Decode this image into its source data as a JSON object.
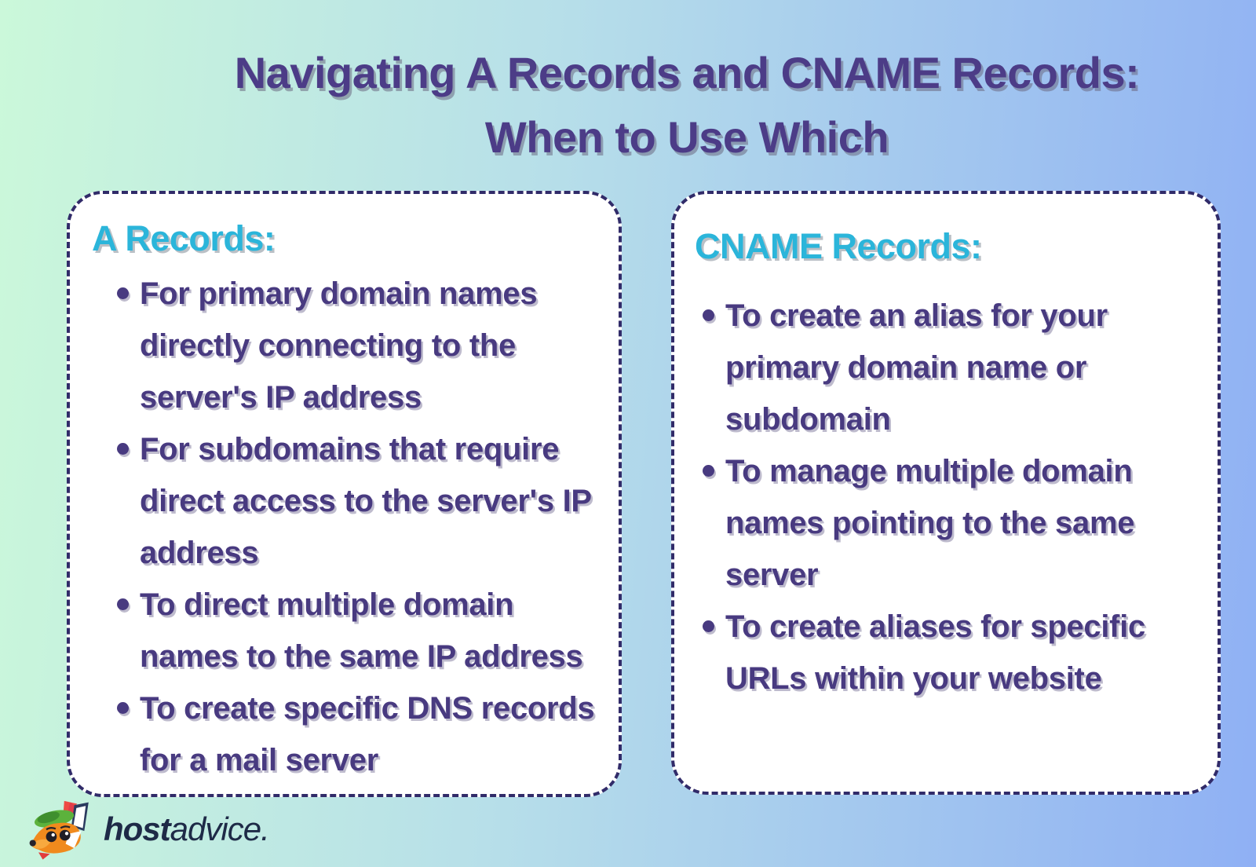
{
  "title": {
    "line1": "Navigating A Records and CNAME Records:",
    "line2": "When to Use Which"
  },
  "a_records": {
    "heading": "A Records:",
    "bullets": [
      {
        "lines": [
          "For primary domain names",
          "directly connecting to the",
          "server's IP address"
        ]
      },
      {
        "lines": [
          "For subdomains that require",
          "direct access to the server's IP",
          "address"
        ]
      },
      {
        "lines": [
          "To direct multiple domain",
          "names to the same IP address"
        ]
      },
      {
        "lines": [
          "To create specific DNS records",
          "for a mail server"
        ]
      }
    ]
  },
  "cname_records": {
    "heading": "CNAME Records:",
    "bullets": [
      {
        "lines": [
          "To create an alias for your",
          "primary domain name or",
          "subdomain"
        ]
      },
      {
        "lines": [
          "To manage multiple domain",
          "names pointing to the same",
          "server"
        ]
      },
      {
        "lines": [
          "To create aliases for specific",
          "URLs within your website"
        ]
      }
    ]
  },
  "footer": {
    "logo_bold": "host",
    "logo_regular": "advice.",
    "logo_icon": "fox-mascot-icon"
  },
  "colors": {
    "background_left": "#cbf8da",
    "background_mid": "#b7dfe9",
    "background_right": "#8fb0f4",
    "title_text": "#4c3c87",
    "heading_accent": "#2bb5da",
    "bullet_text": "#483a80",
    "card_border": "#312b69",
    "card_background": "#ffffff",
    "logo_text": "#1e2a47"
  }
}
